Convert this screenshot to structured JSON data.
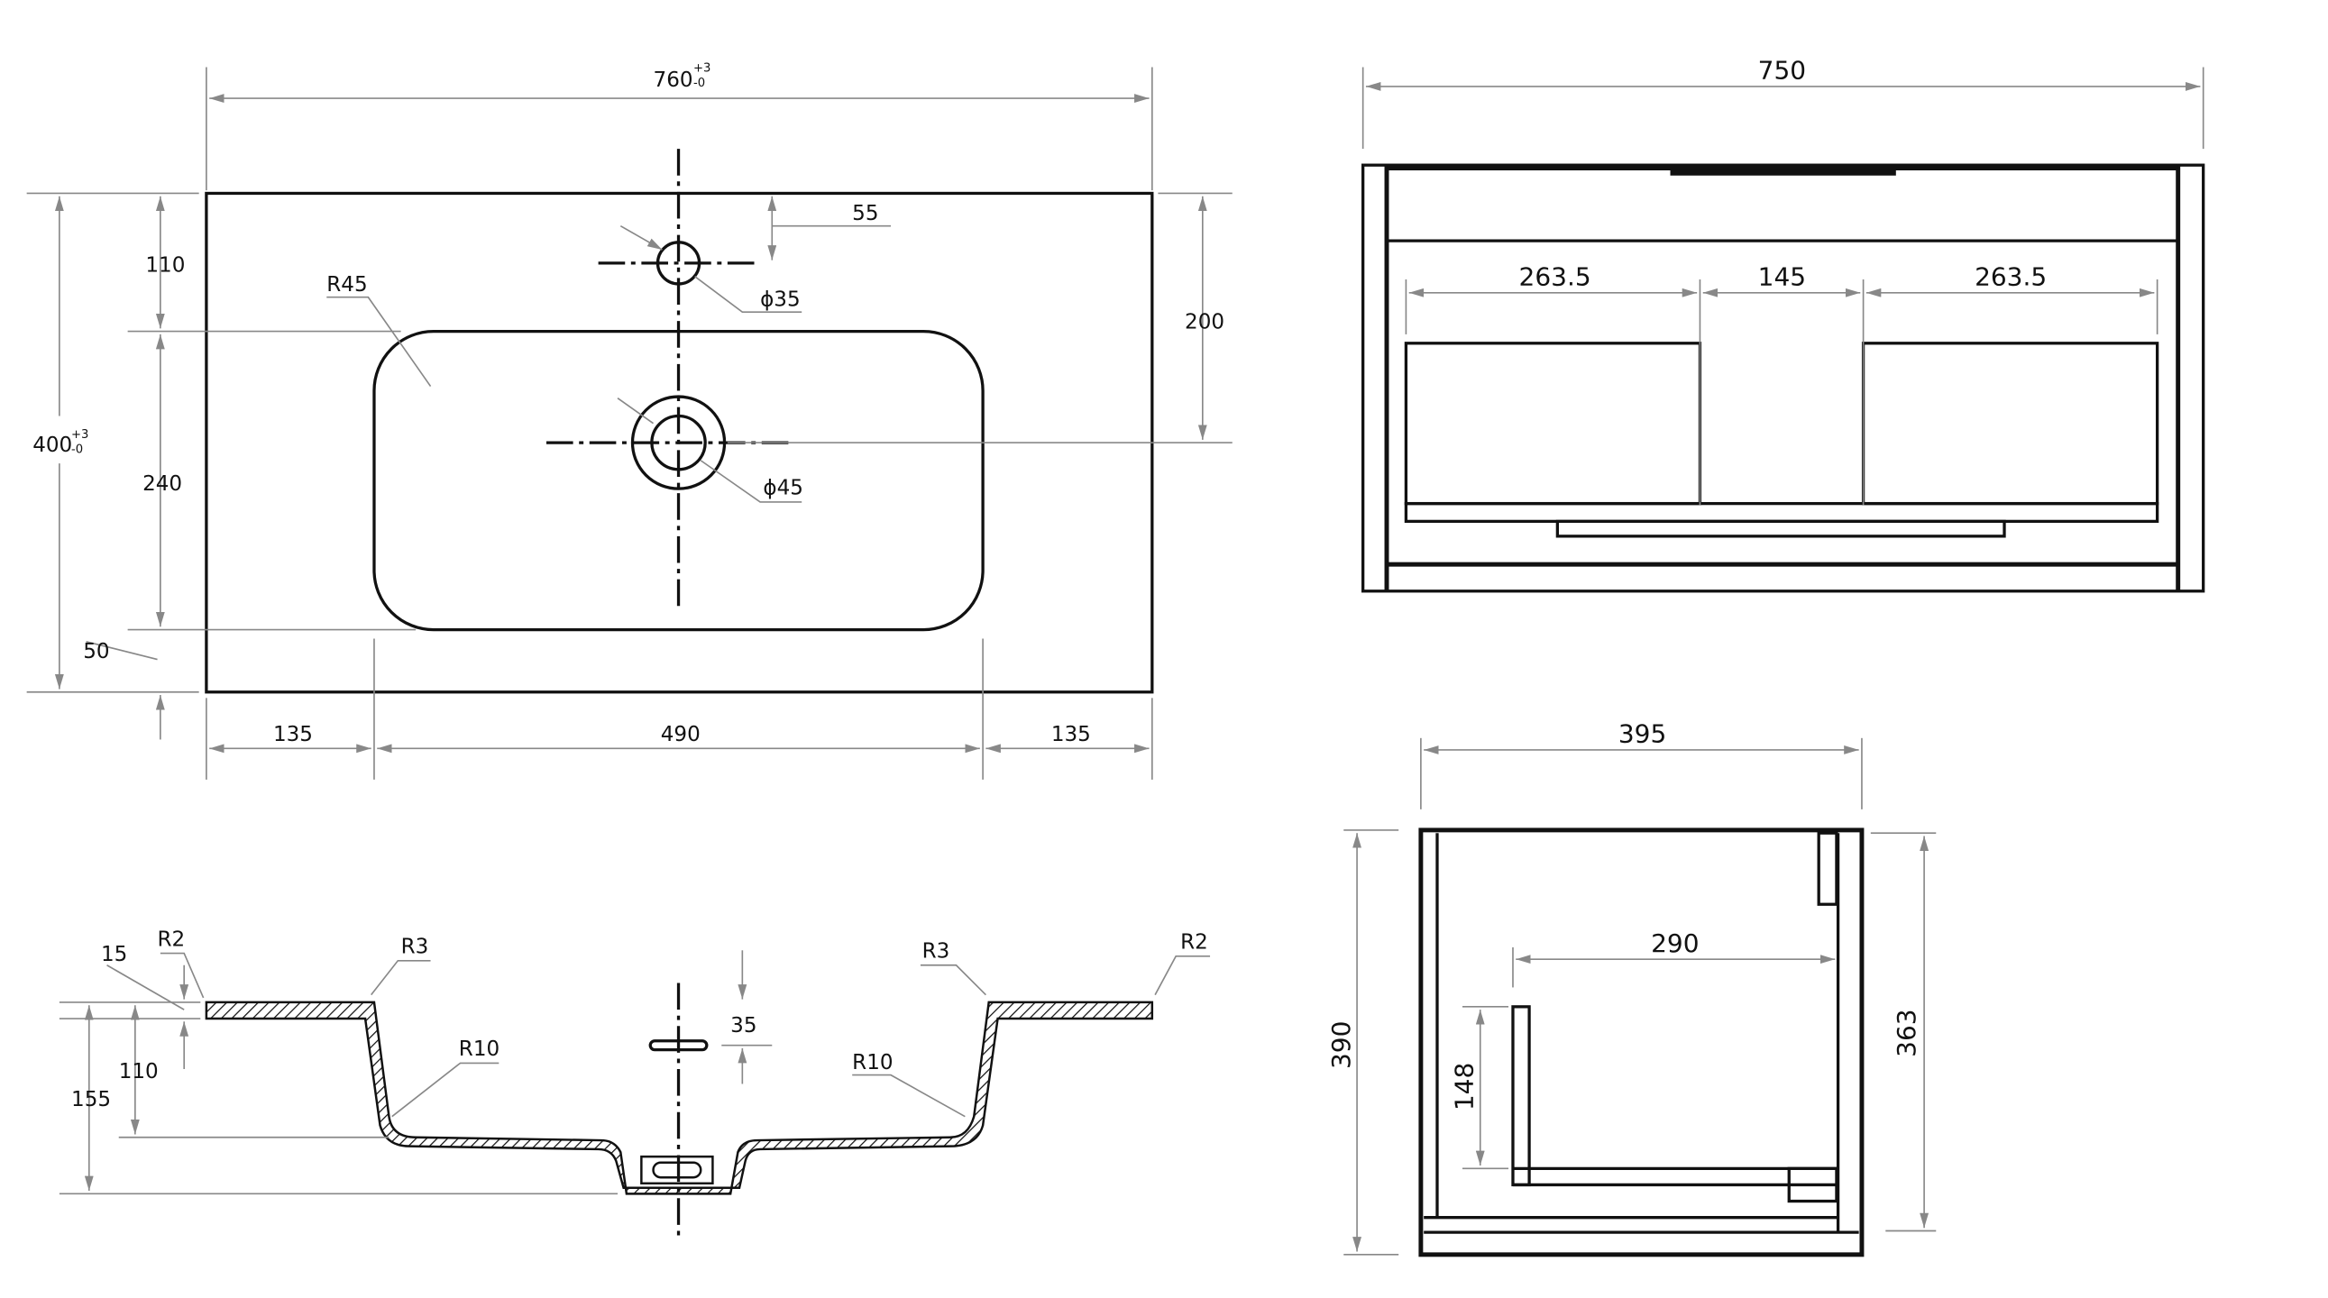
{
  "plan_view": {
    "width": "760",
    "width_tol_plus": "+3",
    "width_tol_minus": "-0",
    "depth": "400",
    "depth_tol_plus": "+3",
    "depth_tol_minus": "-0",
    "top_to_basin": "110",
    "basin_depth": "240",
    "front_margin": "50",
    "to_drain_center": "200",
    "tap_hole_offset": "55",
    "basin_radius": "R45",
    "tap_hole_dia": "ϕ35",
    "drain_dia": "ϕ45",
    "left_margin": "135",
    "basin_width": "490",
    "right_margin": "135"
  },
  "front_view": {
    "width": "750",
    "left_drawer": "263.5",
    "middle_gap": "145",
    "right_drawer": "263.5"
  },
  "section_view": {
    "rim_thickness": "15",
    "rim_radius_left": "R2",
    "inner_radius_left": "R3",
    "inner_radius_right": "R3",
    "rim_radius_right": "R2",
    "overflow_depth": "35",
    "bottom_radius_left": "R10",
    "bottom_radius_right": "R10",
    "basin_depth": "110",
    "total_height": "155"
  },
  "side_view": {
    "depth": "395",
    "drawer_depth": "290",
    "height": "390",
    "drawer_height": "148",
    "inner_height": "363"
  }
}
